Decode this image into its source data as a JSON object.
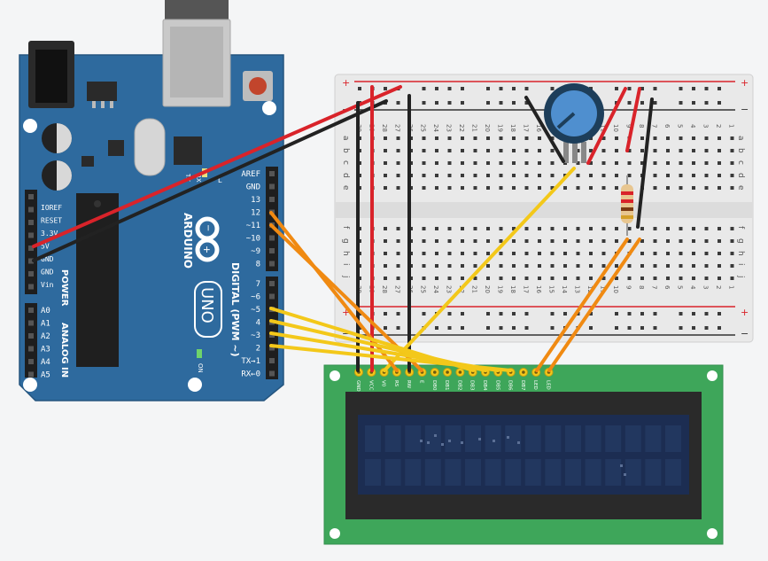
{
  "arduino": {
    "brand": "ARDUINO",
    "model": "UNO",
    "on_label": "ON",
    "tx_label": "TX",
    "rx_label": "RX",
    "l_label": "L",
    "power_section": "POWER",
    "analog_section": "ANALOG IN",
    "digital_section": "DIGITAL (PWM ~)",
    "power_pins": [
      "IOREF",
      "RESET",
      "3.3V",
      "5V",
      "GND",
      "GND",
      "Vin"
    ],
    "analog_pins": [
      "A0",
      "A1",
      "A2",
      "A3",
      "A4",
      "A5"
    ],
    "digital_top": [
      "AREF",
      "GND",
      "13",
      "12",
      "~11",
      "~10",
      "~9",
      "8"
    ],
    "digital_bottom": [
      "7",
      "~6",
      "~5",
      "4",
      "~3",
      "2",
      "TX→1",
      "RX←0"
    ]
  },
  "breadboard": {
    "rail_plus": "+",
    "rail_minus": "−",
    "row_letters_top": [
      "a",
      "b",
      "c",
      "d",
      "e"
    ],
    "row_letters_bottom": [
      "f",
      "g",
      "h",
      "i",
      "j"
    ],
    "column_numbers": [
      "30",
      "29",
      "28",
      "27",
      "26",
      "25",
      "24",
      "23",
      "22",
      "21",
      "20",
      "19",
      "18",
      "17",
      "16",
      "15",
      "14",
      "13",
      "12",
      "11",
      "10",
      "9",
      "8",
      "7",
      "6",
      "5",
      "4",
      "3",
      "2",
      "1"
    ]
  },
  "lcd": {
    "pins": [
      "GND",
      "VCC",
      "V0",
      "RS",
      "RW",
      "E",
      "DB0",
      "DB1",
      "DB2",
      "DB3",
      "DB4",
      "DB5",
      "DB6",
      "DB7",
      "LED",
      "LED"
    ]
  },
  "colors": {
    "board_blue": "#2e6a9e",
    "breadboard": "#e6e6e6",
    "lcd_pcb": "#3ea65a",
    "lcd_screen": "#1c2d52",
    "wire_red": "#d9232a",
    "wire_black": "#222222",
    "wire_orange": "#f08a12",
    "wire_yellow": "#f3c81a"
  }
}
